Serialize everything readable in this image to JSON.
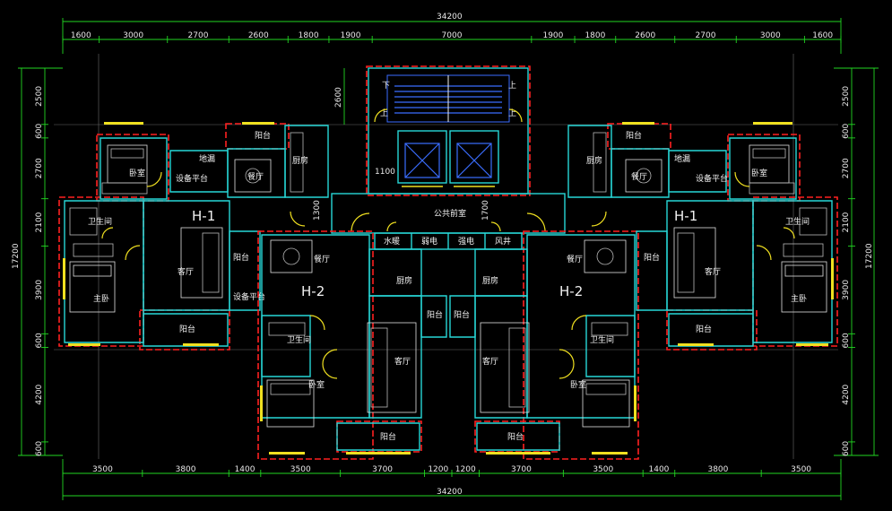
{
  "drawing": {
    "top_total": "34200",
    "bottom_total": "34200",
    "left_total": "17200",
    "right_total": "17200",
    "top_dims": [
      "1600",
      "3000",
      "2700",
      "2600",
      "1800",
      "1900",
      "7000",
      "1900",
      "1800",
      "2600",
      "2700",
      "3000",
      "1600"
    ],
    "bottom_dims": [
      "3500",
      "3800",
      "1400",
      "3500",
      "3700",
      "1200",
      "1200",
      "3700",
      "3500",
      "1400",
      "3800",
      "3500"
    ],
    "left_dims": [
      "2500",
      "600",
      "2700",
      "2100",
      "3900",
      "600",
      "4200",
      "600"
    ],
    "right_dims": [
      "2500",
      "600",
      "2700",
      "2100",
      "3900",
      "600",
      "4200",
      "600"
    ],
    "inner_dims": {
      "stair_depth": "2600",
      "lobby_width": "1100",
      "lobby_depth": "1700",
      "corridor": "1300"
    }
  },
  "units": {
    "h1_left": "H-1",
    "h1_right": "H-1",
    "h2_left": "H-2",
    "h2_right": "H-2"
  },
  "rooms": {
    "public_lobby": "公共前室",
    "shafts": [
      "水暖",
      "弱电",
      "强电",
      "风井"
    ],
    "bedroom": "卧室",
    "master_bedroom": "主卧",
    "bathroom": "卫生间",
    "living": "客厅",
    "dining": "餐厅",
    "kitchen": "厨房",
    "balcony": "阳台",
    "ac_platform": "设备平台",
    "drain": "地漏",
    "up": "上",
    "down": "下"
  }
}
